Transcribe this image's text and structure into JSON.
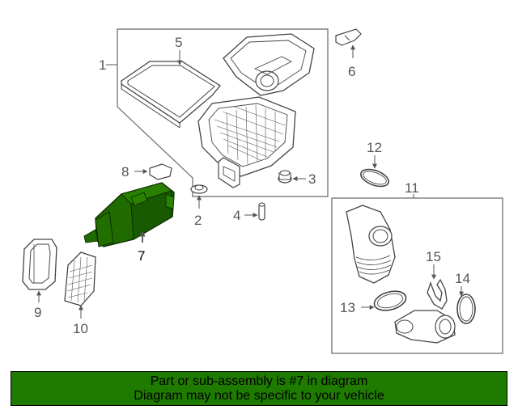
{
  "colors": {
    "highlight": "#1f6b00",
    "banner_bg": "#1f7a00",
    "line": "#555555"
  },
  "callouts": {
    "c1": "1",
    "c2": "2",
    "c3": "3",
    "c4": "4",
    "c5": "5",
    "c6": "6",
    "c7": "7",
    "c8": "8",
    "c9": "9",
    "c10": "10",
    "c11": "11",
    "c12": "12",
    "c13": "13",
    "c14": "14",
    "c15": "15"
  },
  "highlighted_part": "7",
  "banner": {
    "line1": "Part or sub-assembly is #7 in diagram",
    "line2": "Diagram may not be specific to your vehicle"
  }
}
